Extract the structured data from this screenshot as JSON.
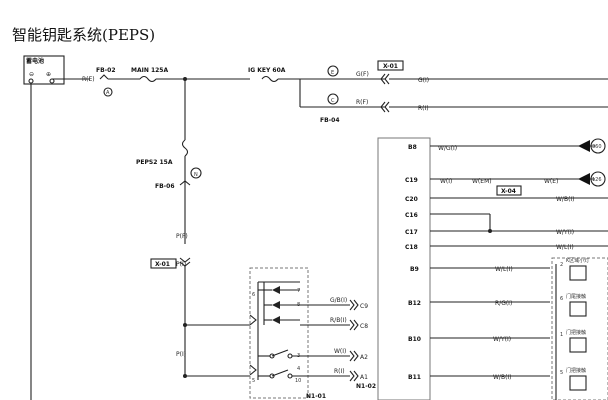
{
  "title": "智能钥匙系统(PEPS)",
  "battery": {
    "label": "蓄电池",
    "minus": "⊖",
    "plus": "⊕"
  },
  "top": {
    "fb02": "FB-02",
    "main": "MAIN 125A",
    "re": "R(E)",
    "circleA": "A",
    "igkey": "IG KEY 60A",
    "circleE": "E",
    "circleC": "C",
    "gf": "G(F)",
    "rf": "R(F)",
    "x01": "X-01",
    "gi": "G(I)",
    "ri": "R(I)",
    "fb04": "FB-04"
  },
  "left": {
    "peps": "PEPS2 15A",
    "fb06": "FB-06",
    "circleN": "N",
    "pf": "P(F)",
    "x01": "X-01",
    "pi1": "P(I)",
    "pi2": "P(I)"
  },
  "module": {
    "p6": "6",
    "p7": "7",
    "p8": "8",
    "p3": "3",
    "p4": "4",
    "p5": "5",
    "p10": "10",
    "gbi": "G/B(I)",
    "rbi": "R/B(I)",
    "wi": "W(I)",
    "ri": "R(I)",
    "c9": "C9",
    "c8": "C8",
    "a2": "A2",
    "a1": "A1",
    "n102": "N1-02",
    "n101": "N1-01"
  },
  "right": {
    "b8": "B8",
    "wgi": "W/G(I)",
    "n360": "360",
    "c19": "C19",
    "wi": "W(I)",
    "wem": "W(EM)",
    "we": "W(E)",
    "n126": "126",
    "x04": "X-04",
    "c20": "C20",
    "wbi": "W/B(I)",
    "c16": "C16",
    "c17": "C17",
    "wyi": "W/Y(I)",
    "c18": "C18",
    "wli": "W/L(I)",
    "b9": "B9",
    "wli2": "W/L(I)",
    "b12": "B12",
    "rgi": "R/G(I)",
    "b10": "B10",
    "wyi2": "W/Y(I)",
    "b11": "B11",
    "wbi2": "W/B(I)",
    "n2": "2",
    "n6": "6",
    "n1": "1",
    "n5": "5",
    "s1": "K区域小灯",
    "s2": "门尾接触",
    "s3": "门把接触",
    "s4": "门把接触"
  }
}
